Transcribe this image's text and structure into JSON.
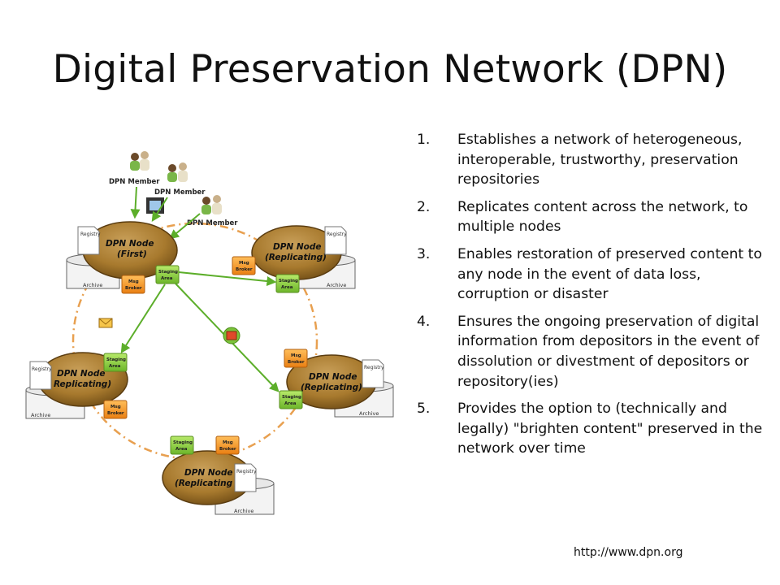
{
  "title": "Digital Preservation Network (DPN)",
  "list": [
    {
      "num": "1.",
      "text": "Establishes a network of heterogeneous, interoperable, trustworthy, preservation repositories"
    },
    {
      "num": "2.",
      "text": "Replicates content across the network, to multiple nodes"
    },
    {
      "num": "3.",
      "text": "Enables restoration of preserved content to any node in the event of data loss, corruption or disaster"
    },
    {
      "num": "4.",
      "text": "Ensures the ongoing preservation of digital information from depositors in the event of dissolution or divestment of depositors  or repository(ies)"
    },
    {
      "num": "5.",
      "text": "Provides the option to (technically and legally) \"brighten content\" preserved in the network over time"
    }
  ],
  "url": "http://www.dpn.org",
  "diagram": {
    "member_label": "DPN Member",
    "nodes": [
      {
        "line1": "DPN Node",
        "line2": "(First)"
      },
      {
        "line1": "DPN Node",
        "line2": "(Replicating)"
      },
      {
        "line1": "DPN Node",
        "line2": "Replicating)"
      },
      {
        "line1": "DPN Node",
        "line2": "(Replicating)"
      },
      {
        "line1": "DPN Node",
        "line2": "(Replicating"
      }
    ],
    "registry": "Registry",
    "archive": "Archive",
    "staging": [
      "Staging",
      "Area"
    ],
    "broker": [
      "Msg",
      "Broker"
    ]
  },
  "colors": {
    "node_fill": "#a87a2e",
    "node_dark": "#7a5418",
    "staging_green": "#8ccf3a",
    "broker_orange": "#f0901e",
    "arrow_green": "#5cae2a",
    "ring_orange": "#e8a050"
  }
}
